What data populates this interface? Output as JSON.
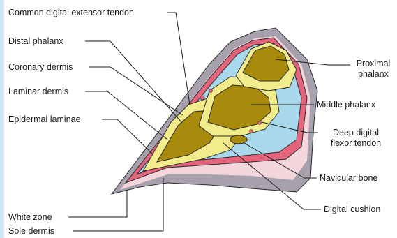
{
  "colors": {
    "bone": "#a88a0c",
    "cartilage_yellow": "#f2ec8c",
    "dermis_blue": "#a9d7ec",
    "lamina_pink": "#e4647c",
    "sole_mauve": "#a7a1ad",
    "light_pink": "#f3d6dc",
    "outline": "#2b2b2b"
  },
  "labels": {
    "common_digital_extensor_tendon": "Common digital extensor tendon",
    "distal_phalanx": "Distal phalanx",
    "coronary_dermis": "Coronary dermis",
    "laminar_dermis": "Laminar dermis",
    "epidermal_laminae": "Epidermal laminae",
    "white_zone": "White zone",
    "sole_dermis": "Sole dermis",
    "proximal_phalanx_line1": "Proximal",
    "proximal_phalanx_line2": "phalanx",
    "middle_phalanx": "Middle phalanx",
    "deep_digital_flexor_tendon_line1": "Deep digital",
    "deep_digital_flexor_tendon_line2": "flexor tendon",
    "navicular_bone": "Navicular bone",
    "digital_cushion": "Digital cushion"
  }
}
